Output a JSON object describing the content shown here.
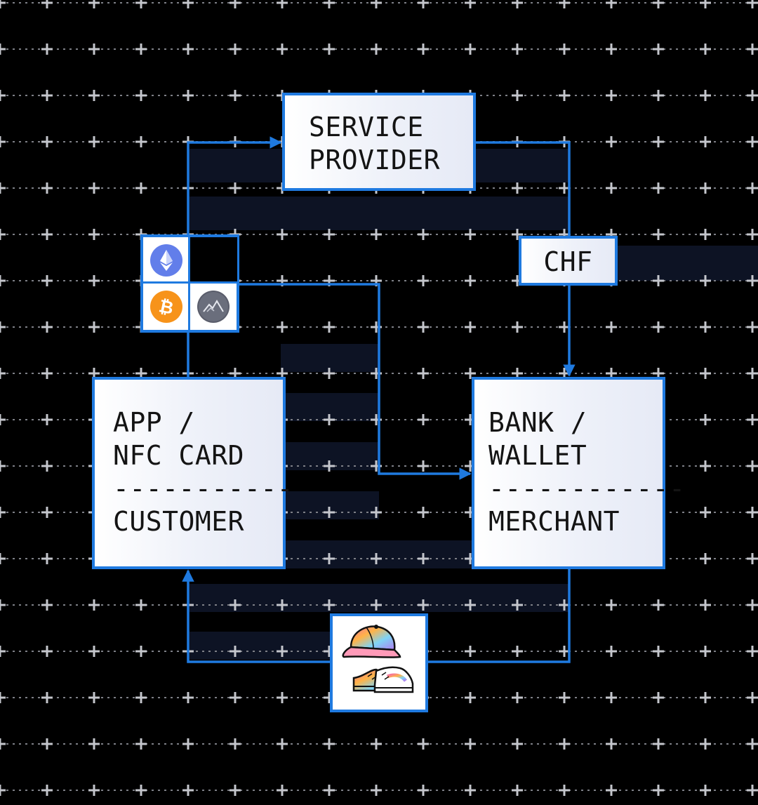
{
  "diagram": {
    "nodes": {
      "service_provider": {
        "lines": [
          "SERVICE",
          "PROVIDER"
        ]
      },
      "customer": {
        "lines": [
          "APP /",
          "NFC CARD",
          "-----------",
          "CUSTOMER"
        ]
      },
      "merchant": {
        "lines": [
          "BANK /",
          "WALLET",
          "------------",
          "MERCHANT"
        ]
      },
      "currency": {
        "label": "CHF"
      }
    },
    "tokens": [
      "ethereum-icon",
      "bitcoin-icon",
      "mountain-token-icon"
    ],
    "goods": [
      "cap-icon",
      "sneakers-icon"
    ],
    "edges": [
      {
        "from": "customer",
        "to": "service_provider",
        "via": "tokens"
      },
      {
        "from": "service_provider",
        "to": "merchant",
        "via": "currency"
      },
      {
        "from": "tokens",
        "to": "merchant"
      },
      {
        "from": "merchant",
        "to": "customer",
        "via": "goods"
      }
    ]
  },
  "colors": {
    "accent": "#1f7ae0",
    "background": "#000000",
    "box_fill": "#eef1f9",
    "text": "#141414",
    "ethereum": "#627eea",
    "bitcoin": "#f7931a",
    "token": "#5a5d6b"
  }
}
